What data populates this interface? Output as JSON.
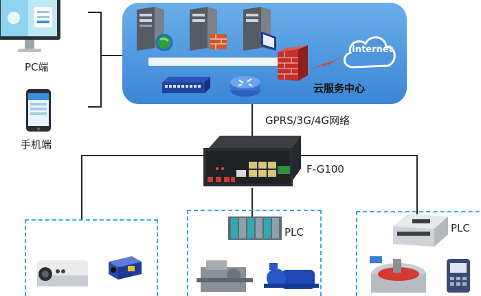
{
  "labels": {
    "pc": "PC端",
    "mobile": "手机端",
    "cloud_center": "云服务中心",
    "internet": "Internet",
    "network": "GPRS/3G/4G网络",
    "gateway": "F-G100",
    "plc_middle": "PLC",
    "plc_right": "PLC"
  },
  "colors": {
    "cloud_panel": "#3f8fd9",
    "dashed_box": "#3aa7d8",
    "firewall_red": "#c4302b",
    "lightning_red": "#e03a2a"
  }
}
